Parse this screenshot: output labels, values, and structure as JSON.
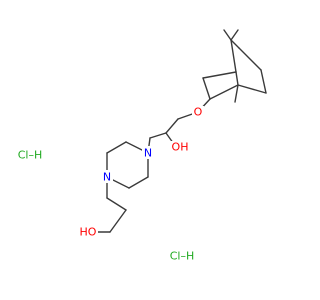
{
  "molecule": {
    "atoms": {
      "o_ether": "O",
      "o_hydroxyl": "OH",
      "n_upper": "N",
      "n_lower": "N",
      "o_terminal": "HO"
    },
    "salts": [
      {
        "label": "Cl–H"
      },
      {
        "label": "Cl–H"
      }
    ]
  },
  "colors": {
    "bond": "#3a3a3a",
    "oxygen": "#ff0000",
    "nitrogen": "#0000ff",
    "chlorine": "#22aa22"
  }
}
